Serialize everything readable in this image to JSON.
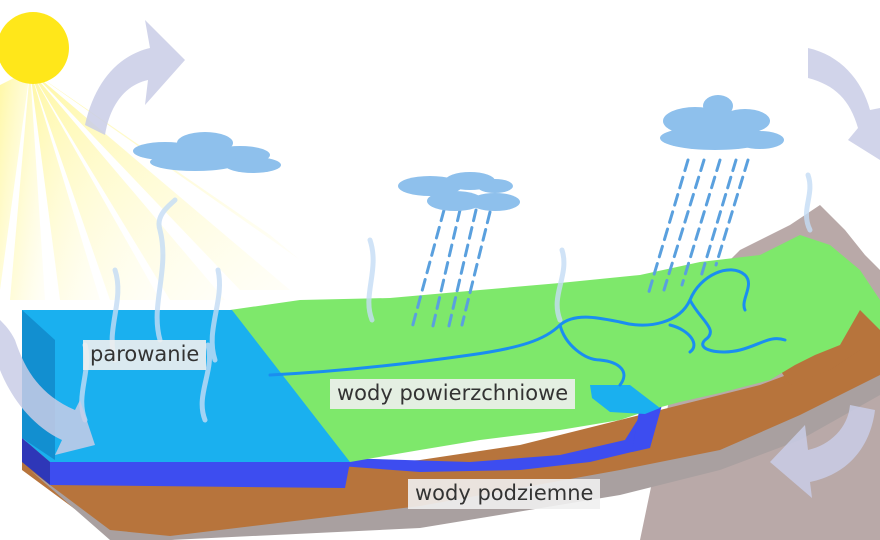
{
  "labels": {
    "evaporation": "parowanie",
    "surface_water": "wody powierzchniowe",
    "groundwater": "wody podziemne"
  },
  "colors": {
    "sun": "#ffe71a",
    "sea": "#1ab0ef",
    "deep_water": "#3d4df0",
    "land": "#7ee86b",
    "soil": "#b7743c",
    "rock": "#b9a9a8",
    "cloud": "#8ec0ec",
    "rain": "#5aa0de",
    "river": "#1a8ef0",
    "cycle_arrow": "#c9cce6",
    "vapor": "#c4dcf5"
  }
}
